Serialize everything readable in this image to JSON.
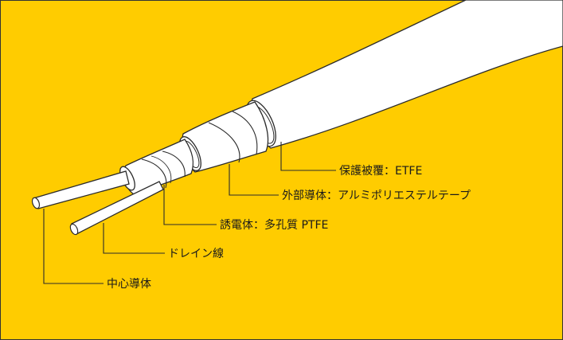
{
  "diagram": {
    "colors": {
      "background": "#FFCC00",
      "cable_fill": "#FFFFFF",
      "outline": "#2B2B2B",
      "frame": "#333333"
    },
    "labels": {
      "jacket": "保護被覆：ETFE",
      "shield": "外部導体：アルミポリエステルテープ",
      "dielectric": "誘電体：多孔質 PTFE",
      "drain": "ドレイン線",
      "center": "中心導体"
    }
  }
}
